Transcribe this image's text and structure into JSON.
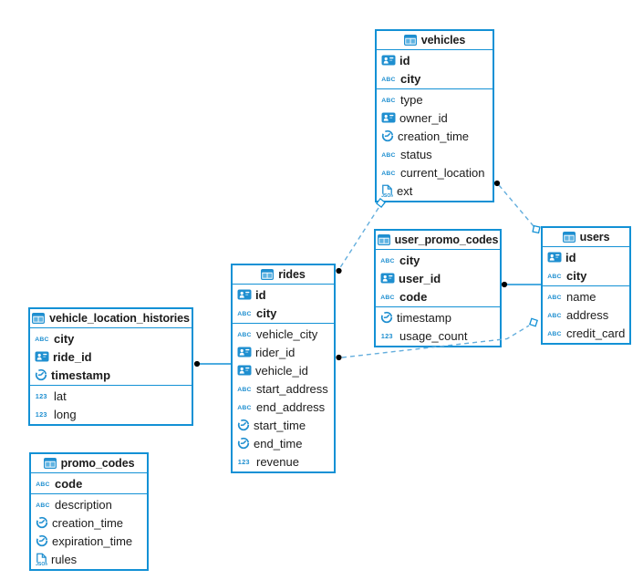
{
  "diagram": {
    "kind": "entity-relationship-diagram",
    "accent_color": "#1391d5",
    "dashed_line_color": "#64aedd",
    "dot_color": "#000000",
    "background": "#ffffff"
  },
  "tables": [
    {
      "title": "vehicles",
      "key_fields": [
        {
          "name": "id",
          "type": "uuid"
        },
        {
          "name": "city",
          "type": "text"
        }
      ],
      "fields": [
        {
          "name": "type",
          "type": "text"
        },
        {
          "name": "owner_id",
          "type": "uuid"
        },
        {
          "name": "creation_time",
          "type": "time"
        },
        {
          "name": "status",
          "type": "text"
        },
        {
          "name": "current_location",
          "type": "text"
        },
        {
          "name": "ext",
          "type": "json"
        }
      ]
    },
    {
      "title": "user_promo_codes",
      "key_fields": [
        {
          "name": "city",
          "type": "text"
        },
        {
          "name": "user_id",
          "type": "uuid"
        },
        {
          "name": "code",
          "type": "text"
        }
      ],
      "fields": [
        {
          "name": "timestamp",
          "type": "time"
        },
        {
          "name": "usage_count",
          "type": "number"
        }
      ]
    },
    {
      "title": "users",
      "key_fields": [
        {
          "name": "id",
          "type": "uuid"
        },
        {
          "name": "city",
          "type": "text"
        }
      ],
      "fields": [
        {
          "name": "name",
          "type": "text"
        },
        {
          "name": "address",
          "type": "text"
        },
        {
          "name": "credit_card",
          "type": "text"
        }
      ]
    },
    {
      "title": "rides",
      "key_fields": [
        {
          "name": "id",
          "type": "uuid"
        },
        {
          "name": "city",
          "type": "text"
        }
      ],
      "fields": [
        {
          "name": "vehicle_city",
          "type": "text"
        },
        {
          "name": "rider_id",
          "type": "uuid"
        },
        {
          "name": "vehicle_id",
          "type": "uuid"
        },
        {
          "name": "start_address",
          "type": "text"
        },
        {
          "name": "end_address",
          "type": "text"
        },
        {
          "name": "start_time",
          "type": "time"
        },
        {
          "name": "end_time",
          "type": "time"
        },
        {
          "name": "revenue",
          "type": "number"
        }
      ]
    },
    {
      "title": "vehicle_location_histories",
      "key_fields": [
        {
          "name": "city",
          "type": "text"
        },
        {
          "name": "ride_id",
          "type": "uuid"
        },
        {
          "name": "timestamp",
          "type": "time"
        }
      ],
      "fields": [
        {
          "name": "lat",
          "type": "number"
        },
        {
          "name": "long",
          "type": "number"
        }
      ]
    },
    {
      "title": "promo_codes",
      "key_fields": [
        {
          "name": "code",
          "type": "text"
        }
      ],
      "fields": [
        {
          "name": "description",
          "type": "text"
        },
        {
          "name": "creation_time",
          "type": "time"
        },
        {
          "name": "expiration_time",
          "type": "time"
        },
        {
          "name": "rules",
          "type": "json"
        }
      ]
    }
  ],
  "relationships": [
    {
      "from": "rides",
      "to": "vehicles",
      "line_style": "dashed",
      "from_marker": "dot",
      "to_marker": "diamond"
    },
    {
      "from": "vehicles",
      "to": "users",
      "line_style": "dashed",
      "from_marker": "dot",
      "to_marker": "diamond"
    },
    {
      "from": "rides",
      "to": "users",
      "line_style": "dashed",
      "from_marker": "dot",
      "to_marker": "diamond"
    },
    {
      "from": "user_promo_codes",
      "to": "users",
      "line_style": "solid",
      "from_marker": "dot",
      "to_marker": "none"
    },
    {
      "from": "vehicle_location_histories",
      "to": "rides",
      "line_style": "solid",
      "from_marker": "dot",
      "to_marker": "none"
    }
  ],
  "icons": {
    "table": "table-grid-icon",
    "uuid": "id-badge-icon",
    "text": "abc-text-icon",
    "time": "clock-icon",
    "number": "123-number-icon",
    "json": "json-document-icon"
  },
  "icon_labels": {
    "abc": "ABC",
    "num": "123",
    "json": "JSON"
  }
}
